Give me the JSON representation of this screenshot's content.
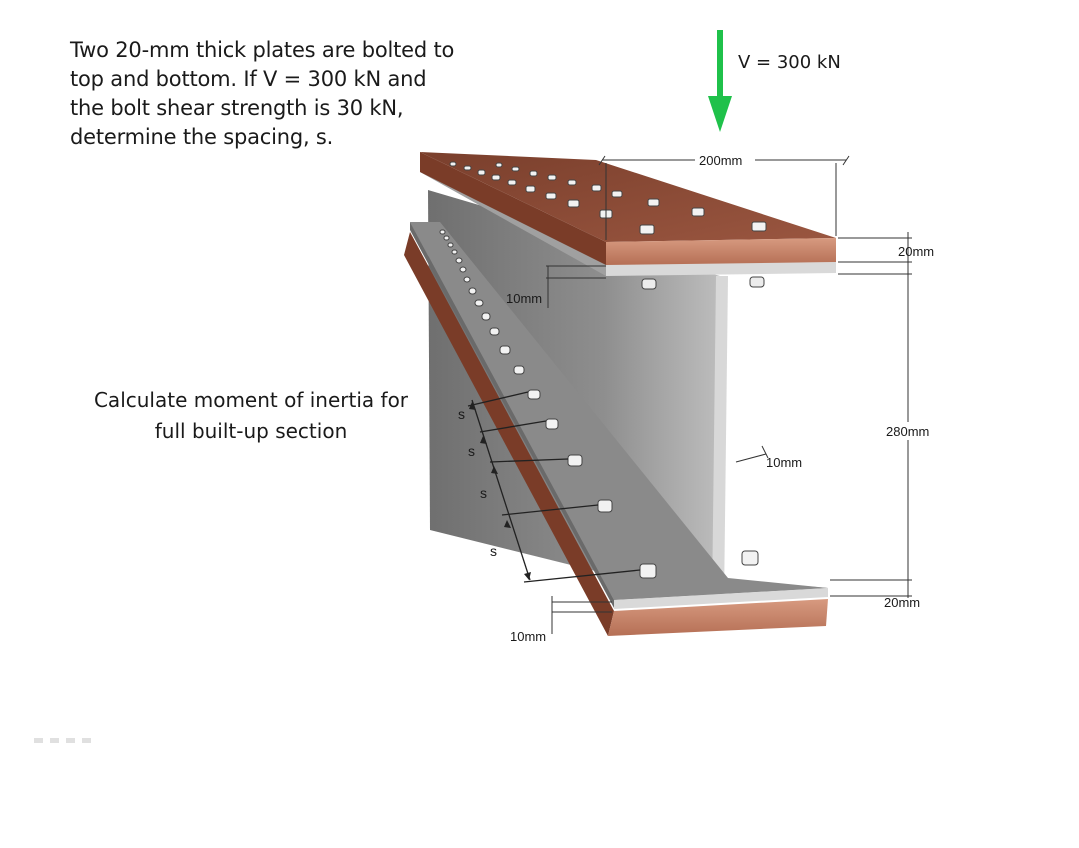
{
  "problem_text": "Two 20-mm thick plates are bolted to top and bottom.  If V = 300 kN and the bolt shear strength is 30 kN, determine the spacing, s.",
  "task_text": "Calculate moment of inertia for full built-up section",
  "load": {
    "label": "V = 300 kN",
    "arrow_color": "#1fc14a"
  },
  "dimensions": {
    "plate_width": "200mm",
    "top_plate_thickness": "20mm",
    "web_height": "280mm",
    "bottom_plate_thickness": "20mm",
    "web_thickness": "10mm",
    "top_flange_thickness": "10mm",
    "bottom_flange_thickness": "10mm"
  },
  "spacing_labels": [
    "s",
    "s",
    "s",
    "s"
  ],
  "colors": {
    "plate_top": "#8a4a35",
    "plate_edge": "#c9826a",
    "steel": "#8c8c8c",
    "steel_light": "#d5d5d5"
  }
}
